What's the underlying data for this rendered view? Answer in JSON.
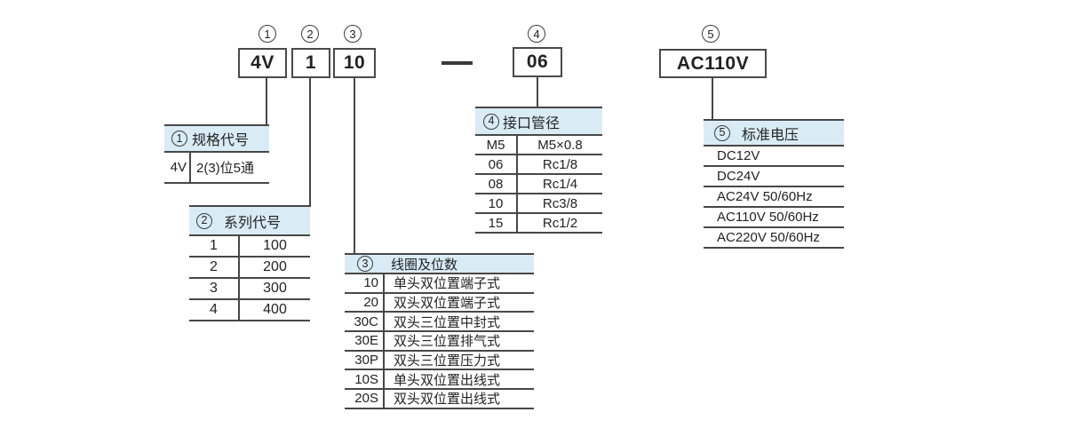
{
  "code_row": {
    "separator": "—",
    "boxes": [
      {
        "num": "1",
        "code": "4V"
      },
      {
        "num": "2",
        "code": "1"
      },
      {
        "num": "3",
        "code": "10"
      },
      {
        "num": "4",
        "code": "06"
      },
      {
        "num": "5",
        "code": "AC110V"
      }
    ]
  },
  "tables": [
    {
      "num": "1",
      "title": "规格代号",
      "rows": [
        [
          "4V",
          "2(3)位5通"
        ]
      ]
    },
    {
      "num": "2",
      "title": "系列代号",
      "rows": [
        [
          "1",
          "100"
        ],
        [
          "2",
          "200"
        ],
        [
          "3",
          "300"
        ],
        [
          "4",
          "400"
        ]
      ]
    },
    {
      "num": "3",
      "title": "线圈及位数",
      "rows": [
        [
          "10",
          "单头双位置端子式"
        ],
        [
          "20",
          "双头双位置端子式"
        ],
        [
          "30C",
          "双头三位置中封式"
        ],
        [
          "30E",
          "双头三位置排气式"
        ],
        [
          "30P",
          "双头三位置压力式"
        ],
        [
          "10S",
          "单头双位置出线式"
        ],
        [
          "20S",
          "双头双位置出线式"
        ]
      ]
    },
    {
      "num": "4",
      "title": "接口管径",
      "rows": [
        [
          "M5",
          "M5×0.8"
        ],
        [
          "06",
          "Rc1/8"
        ],
        [
          "08",
          "Rc1/4"
        ],
        [
          "10",
          "Rc3/8"
        ],
        [
          "15",
          "Rc1/2"
        ]
      ]
    },
    {
      "num": "5",
      "title": "标准电压",
      "rows": [
        [
          "DC12V"
        ],
        [
          "DC24V"
        ],
        [
          "AC24V  50/60Hz"
        ],
        [
          "AC110V  50/60Hz"
        ],
        [
          "AC220V  50/60Hz"
        ]
      ]
    }
  ],
  "colors": {
    "header_band": "#d9ecf6",
    "line": "#474747",
    "text": "#222222"
  }
}
